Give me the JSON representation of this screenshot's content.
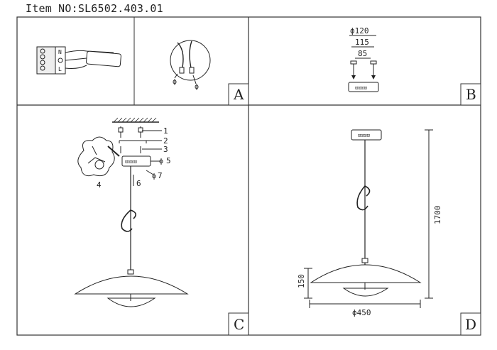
{
  "title": "Item NO:SL6502.403.01",
  "panels": {
    "a": {
      "letter": "A"
    },
    "b": {
      "letter": "B",
      "dims": [
        "ϕ120",
        "115",
        "85"
      ]
    },
    "c": {
      "letter": "C",
      "callouts": [
        "1",
        "2",
        "3",
        "4",
        "5",
        "6",
        "7"
      ],
      "markers": [
        "ϕ",
        "ϕ"
      ]
    },
    "d": {
      "letter": "D",
      "dims": {
        "height": "1700",
        "shade_height": "150",
        "diameter": "ϕ450"
      }
    }
  }
}
